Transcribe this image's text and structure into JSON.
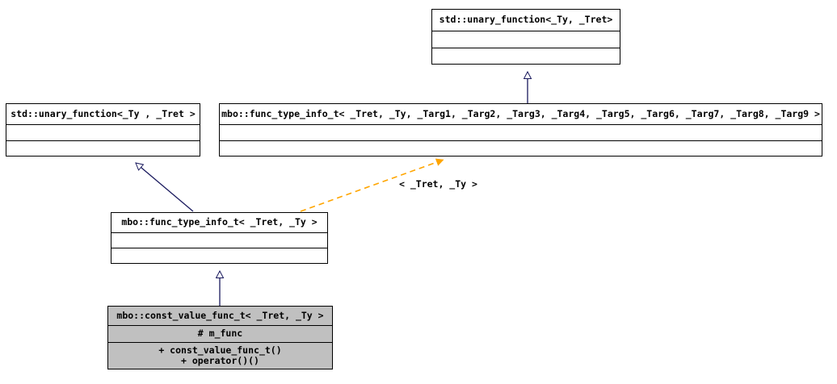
{
  "diagram": {
    "type": "uml-class-inheritance-diagram",
    "colors": {
      "background": "#ffffff",
      "box_border": "#000000",
      "box_fill": "#ffffff",
      "highlight_box_fill": "#c0c0c0",
      "inheritance_edge": "#1a1a5e",
      "binding_edge": "#ffa500"
    }
  },
  "classes": {
    "std_unary_function_top": {
      "name": "std::unary_function<_Ty, _Tret>",
      "attributes": "",
      "operations": []
    },
    "std_unary_function_left": {
      "name": "std::unary_function<_Ty , _Tret >",
      "attributes": "",
      "operations": []
    },
    "func_type_info_t_full": {
      "name": "mbo::func_type_info_t< _Tret, _Ty, _Targ1, _Targ2, _Targ3, _Targ4, _Targ5, _Targ6, _Targ7, _Targ8, _Targ9 >",
      "attributes": "",
      "operations": []
    },
    "func_type_info_t_2": {
      "name": "mbo::func_type_info_t< _Tret, _Ty >",
      "attributes": "",
      "operations": []
    },
    "const_value_func_t": {
      "name": "mbo::const_value_func_t< _Tret, _Ty >",
      "attributes": "# m_func",
      "operations": [
        "+ const_value_func_t()",
        "+ operator()()"
      ]
    }
  },
  "edges": {
    "binding_label": "< _Tret, _Ty >"
  }
}
